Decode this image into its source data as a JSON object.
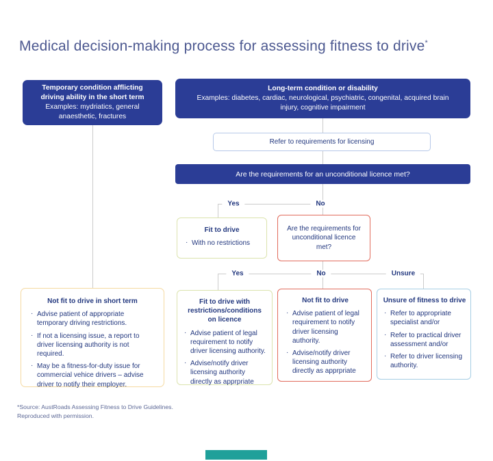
{
  "page": {
    "title": "Medical decision-making process for assessing fitness to drive",
    "title_superscript": "*"
  },
  "colors": {
    "primary_blue": "#2b3d96",
    "navy_text": "#22377e",
    "title_text": "#4c5890",
    "connector_gray": "#cbcbcb",
    "green_border": "#dbe3ad",
    "red_border": "#e16a5b",
    "amber_border": "#f5d9a0",
    "light_blue_border": "#a5cde4",
    "periwinkle_border": "#b5c8e8",
    "teal_accent": "#1fa09a"
  },
  "flow": {
    "temporary_box": {
      "title": "Temporary condition afflicting driving ability in the short term",
      "examples": "Examples: mydriatics, general anaesthetic, fractures"
    },
    "long_term_box": {
      "title": "Long-term condition or disability",
      "examples": "Examples: diabetes, cardiac, neurological, psychiatric, congenital, acquired brain injury, cognitive impairment"
    },
    "refer_box": {
      "label": "Refer to requirements for licensing"
    },
    "question_bar": {
      "label": "Are the requirements for an unconditional licence met?"
    },
    "branch1": {
      "yes": "Yes",
      "no": "No"
    },
    "fit_to_drive_box": {
      "title": "Fit to drive",
      "bullets": [
        "With no restrictions"
      ]
    },
    "question2_box": {
      "label": "Are the requirements for unconditional licence met?"
    },
    "branch2": {
      "yes": "Yes",
      "no": "No",
      "unsure": "Unsure"
    },
    "not_fit_short_term_box": {
      "title": "Not fit to drive in short term",
      "bullets": [
        "Advise patient of appropriate temporary driving restrictions.",
        "If not a licensing issue, a report to driver licensing authority is not required.",
        "May be a fitness-for-duty issue for commercial vehice drivers – advise driver to notify their employer."
      ]
    },
    "fit_with_restrictions_box": {
      "title": "Fit to drive with restrictions/conditions on licence",
      "bullets": [
        "Advise patient of legal requirement to notify driver licensing authority.",
        "Advise/notify driver licensing authority directly as apprpriate"
      ]
    },
    "not_fit_box": {
      "title": "Not fit to drive",
      "bullets": [
        "Advise patient of legal requirement to notify driver licensing authority.",
        "Advise/notify driver licensing authority directly as apprpriate"
      ]
    },
    "unsure_box": {
      "title": "Unsure of fitness to drive",
      "bullets": [
        "Refer to appropriate specialist and/or",
        "Refer to practical driver assessment and/or",
        "Refer to driver licensing authority."
      ]
    }
  },
  "footer": {
    "source_line1": "*Source: AustRoads Assessing Fitness to Drive Guidelines.",
    "source_line2": "Reproduced with permission."
  }
}
